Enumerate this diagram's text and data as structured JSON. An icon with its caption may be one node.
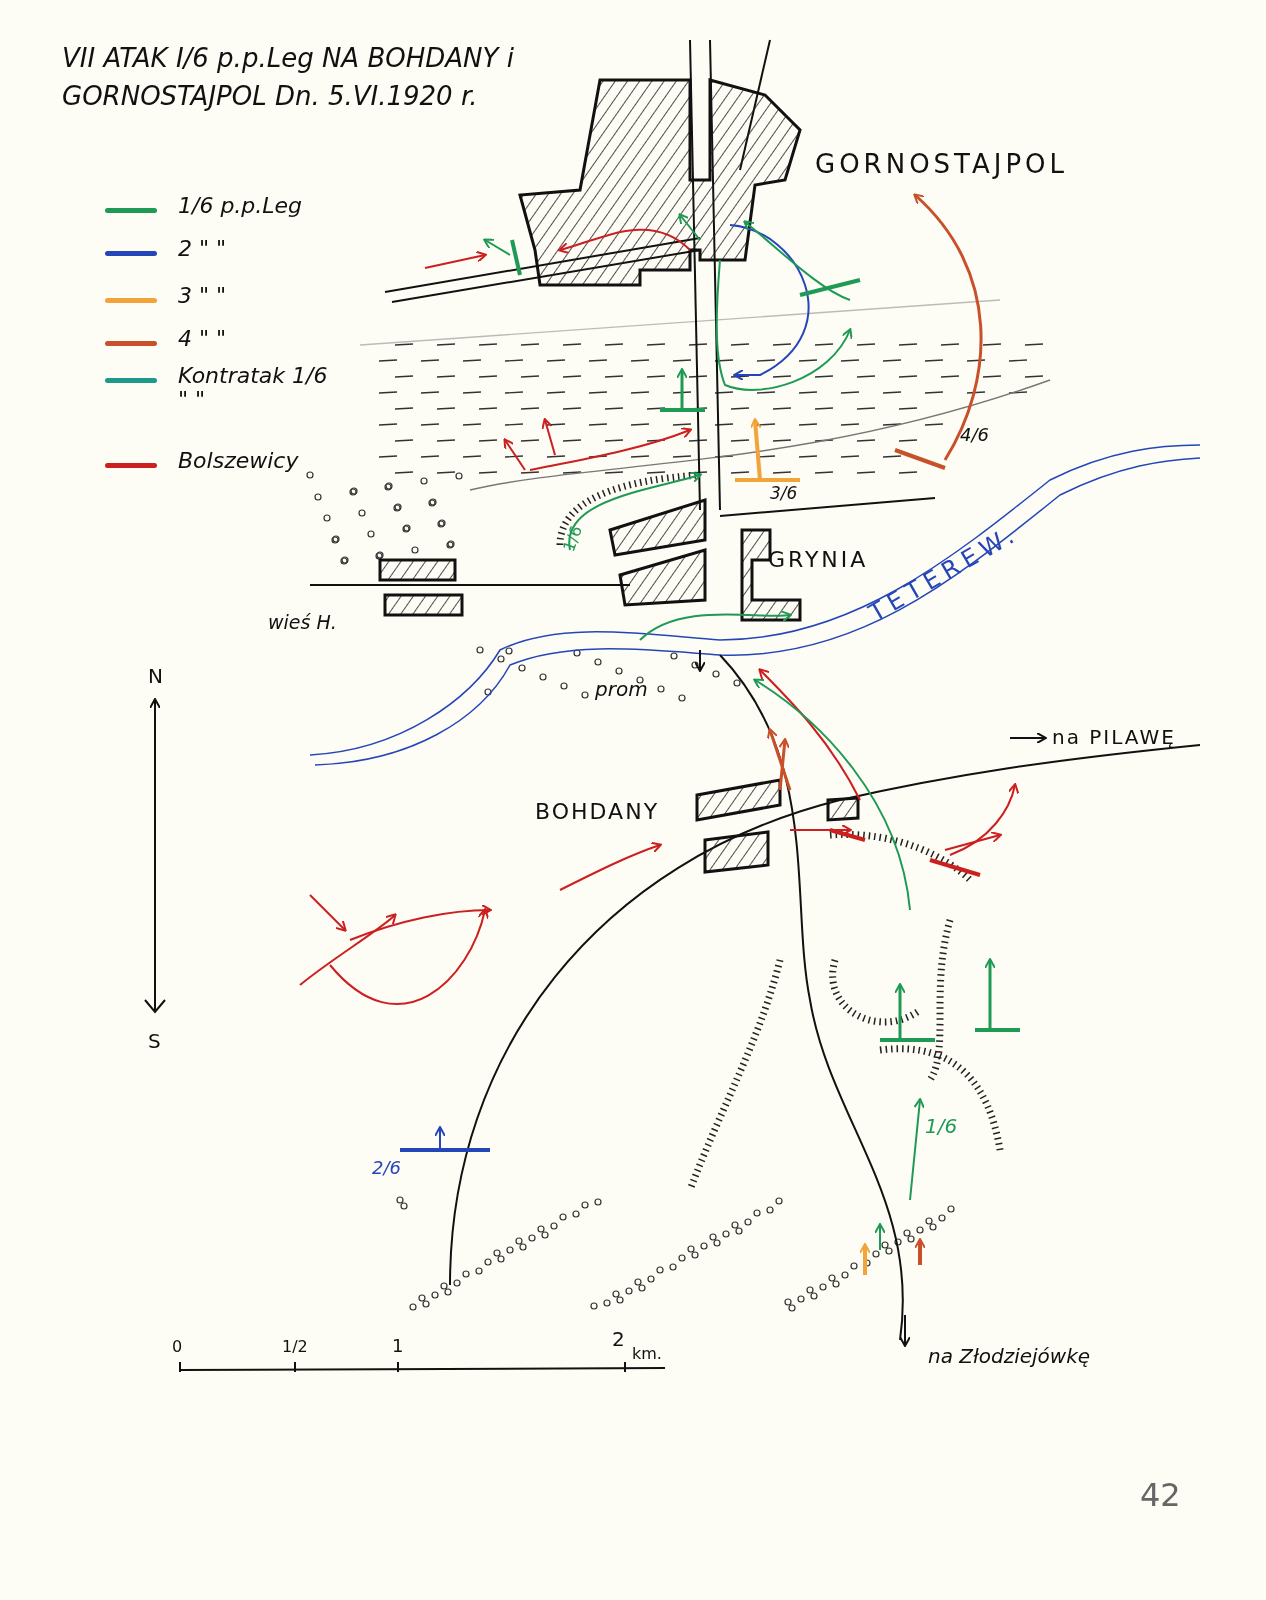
{
  "diagram": {
    "title": "VII ATAK I/6 p.p.Leg NA BOHDANY i GORNOSTAJPOL Dn. 5.VI.1920 r.",
    "labels": [
      "GORNOSTAJPOL",
      "4/6",
      "3/6",
      "1/6",
      "GRYNIA",
      "TETEREW.",
      "wieś H.",
      "prom",
      "na PILAWĘ",
      "BOHDANY",
      "N",
      "S",
      "2/6",
      "1/6",
      "0",
      "1/2",
      "1",
      "2",
      "km.",
      "na Złodziejówkę",
      "42"
    ],
    "legend": [
      {
        "text": "1/6 p.p.Leg",
        "color": "#1f9a55"
      },
      {
        "text": "2 \" \"",
        "color": "#2546b8"
      },
      {
        "text": "3 \" \"",
        "color": "#f2a33a"
      },
      {
        "text": "4 \" \"",
        "color": "#c8502a"
      },
      {
        "text": "Kontratak 1/6 \" \"",
        "color": "#1f9a8a"
      },
      {
        "text": "Bolszewicy",
        "color": "#cc1f1f"
      }
    ]
  }
}
